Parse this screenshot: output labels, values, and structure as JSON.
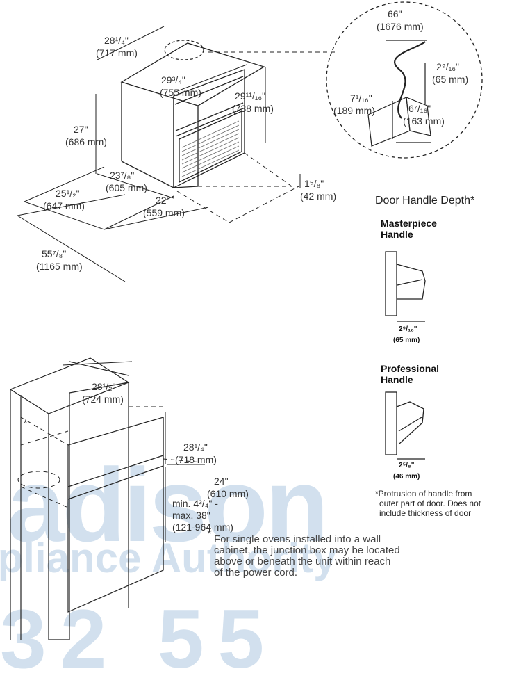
{
  "oven_dimensions": {
    "width_top": "28¹/₄\"",
    "width_top_mm": "(717 mm)",
    "depth_top": "29³/₄\"",
    "depth_top_mm": "(755 mm)",
    "height_right": "29¹¹/₁₆\"",
    "height_right_mm": "(738 mm)",
    "height_left": "27\"",
    "height_left_mm": "(686 mm)",
    "depth_base": "23⁷/₈\"",
    "depth_base_mm": "(605 mm)",
    "cutout_depth": "25¹/₂\"",
    "cutout_depth_mm": "(647 mm)",
    "cutout_width": "22\"",
    "cutout_width_mm": "(559 mm)",
    "overall": "55⁷/₈\"",
    "overall_mm": "(1165 mm)",
    "toe": "1⁵/₈\"",
    "toe_mm": "(42 mm)"
  },
  "detail": {
    "cord_length": "66\"",
    "cord_length_mm": "(1676 mm)",
    "box_height": "2⁹/₁₆\"",
    "box_height_mm": "(65 mm)",
    "box_offset": "7¹/₁₆\"",
    "box_offset_mm": "(189 mm)",
    "box_width": "6⁷/₁₆\"",
    "box_width_mm": "(163 mm)"
  },
  "handle_section": {
    "title": "Door Handle Depth*",
    "masterpiece_line1": "Masterpiece",
    "masterpiece_line2": "Handle",
    "masterpiece_depth": "2⁹/₁₆\"",
    "masterpiece_depth_mm": "(65 mm)",
    "professional_line1": "Professional",
    "professional_line2": "Handle",
    "professional_depth": "2⁵/₈\"",
    "professional_depth_mm": "(46 mm)",
    "note_line1": "*Protrusion of handle from",
    "note_line2": "outer part of door. Does not",
    "note_line3": "include thickness of door"
  },
  "cabinet": {
    "width": "28¹/₂\"",
    "width_mm": "(724 mm)",
    "junction_marker": "*",
    "cutout_height": "28¹/₄\"",
    "cutout_height_mm": "(718 mm)",
    "depth": "24\"",
    "depth_mm": "(610 mm)",
    "floor_min": "min. 4³/₄\" -",
    "floor_max": "max. 38\"",
    "floor_mm": "(121-964 mm)"
  },
  "junction_note": {
    "asterisk": "*",
    "line1": "For single ovens installed into a wall",
    "line2": "cabinet, the junction box may be located",
    "line3": "above or beneath the unit within reach",
    "line4": "of the power cord."
  },
  "watermark": {
    "line1": "adison",
    "line2": "ppliance Authority",
    "line3": "  32 55"
  }
}
